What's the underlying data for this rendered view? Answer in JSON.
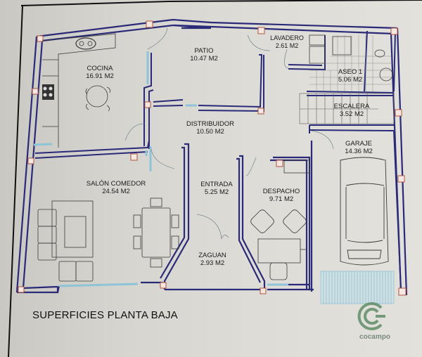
{
  "plan": {
    "title": "SUPERFICIES PLANTA BAJA",
    "colors": {
      "wall": "#2a2a78",
      "window": "#8fc3d8",
      "column": "#b0543e",
      "paper": "#dcdbd6",
      "furniture": "#3a3a3a",
      "logo": "#5f8d68"
    },
    "rooms": [
      {
        "name": "COCINA",
        "area": "16.91 M2"
      },
      {
        "name": "PATIO",
        "area": "10.47 M2"
      },
      {
        "name": "LAVADERO",
        "area": "2.61 M2"
      },
      {
        "name": "ASEO 1",
        "area": "5.06 M2"
      },
      {
        "name": "ESCALERA",
        "area": "3.52 M2"
      },
      {
        "name": "DISTRIBUIDOR",
        "area": "10.50 M2"
      },
      {
        "name": "GARAJE",
        "area": "14.36 M2"
      },
      {
        "name": "SALÓN COMEDOR",
        "area": "24.54 M2"
      },
      {
        "name": "ENTRADA",
        "area": "5.25 M2"
      },
      {
        "name": "DESPACHO",
        "area": "9.71 M2"
      },
      {
        "name": "ZAGUAN",
        "area": "2.93 M2"
      }
    ]
  },
  "logo": {
    "text": "cocampo",
    "icon": "cocampo-logo-icon"
  }
}
